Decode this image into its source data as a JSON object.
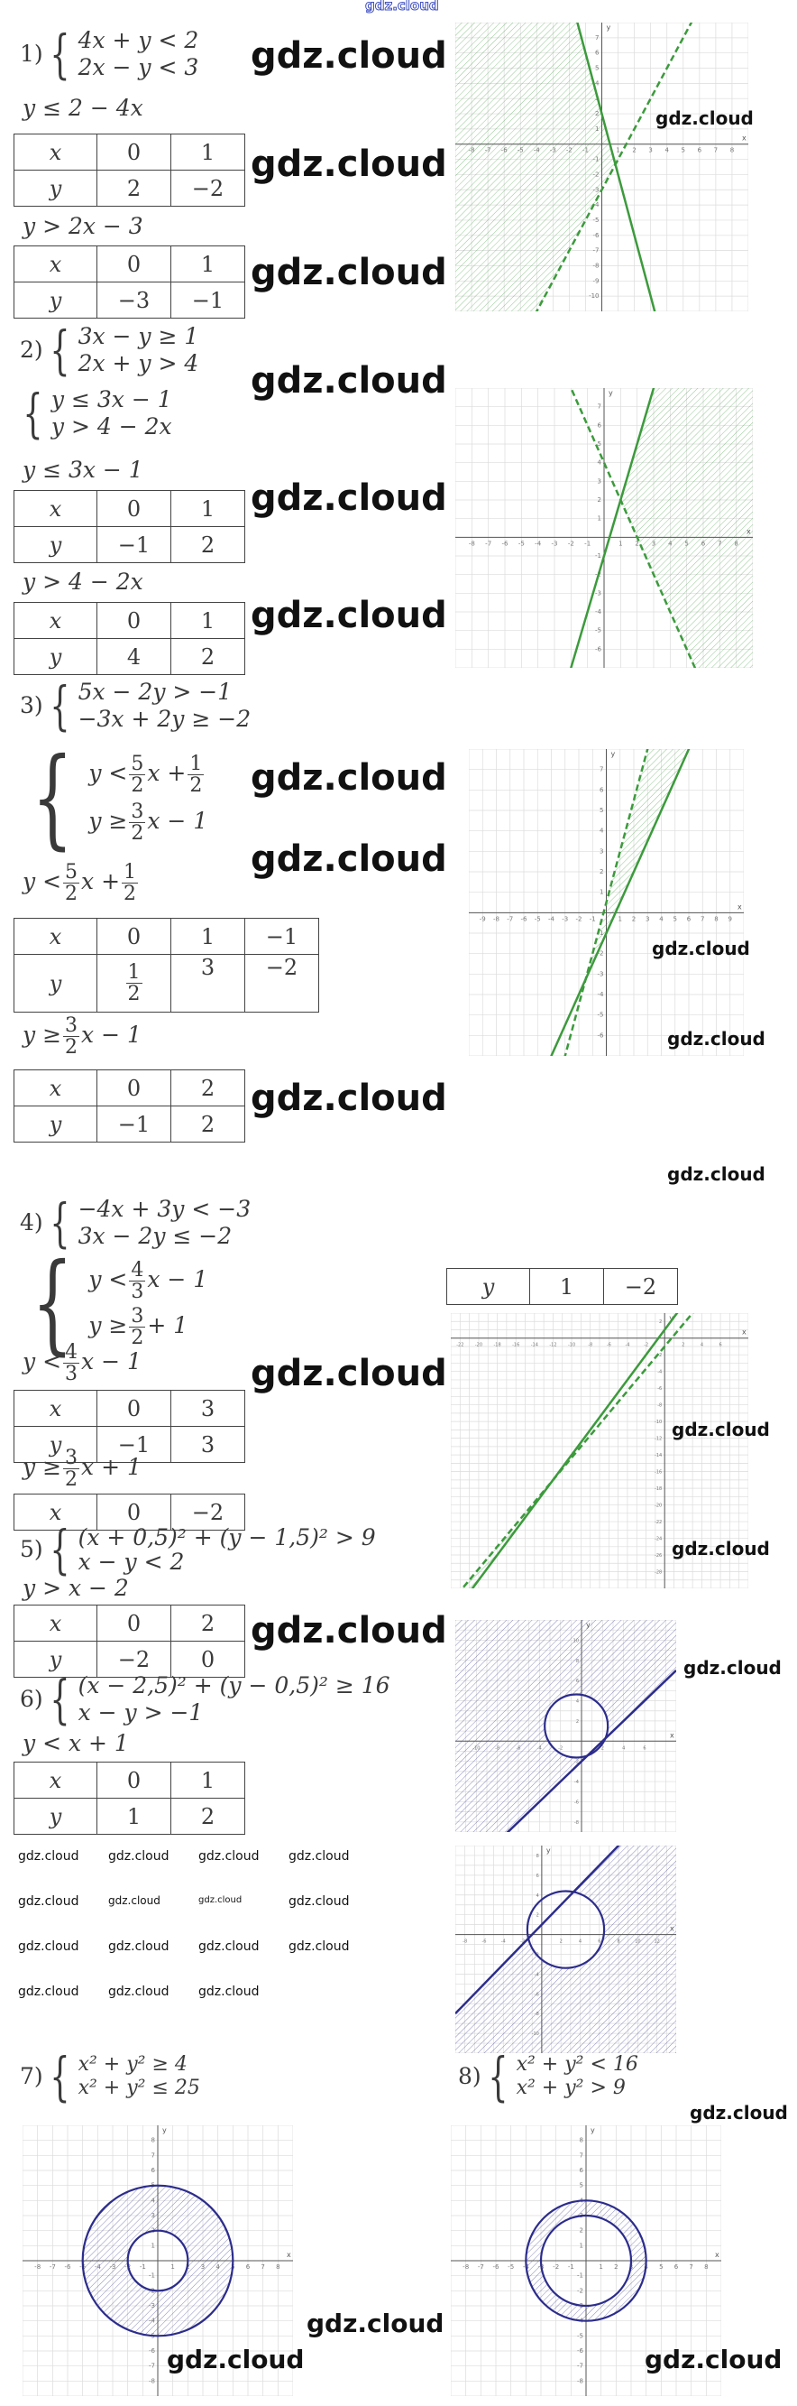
{
  "watermark": "gdz.cloud",
  "p1": {
    "label": "1)",
    "sys": [
      "4x + y < 2",
      "2x − y < 3"
    ],
    "i1": "y ≤ 2 − 4x",
    "t1": {
      "x": [
        "x",
        "0",
        "1"
      ],
      "y": [
        "y",
        "2",
        "−2"
      ]
    },
    "i2": "y > 2x − 3",
    "t2": {
      "x": [
        "x",
        "0",
        "1"
      ],
      "y": [
        "y",
        "−3",
        "−1"
      ]
    }
  },
  "p2": {
    "label": "2)",
    "sys": [
      "3x − y ≥ 1",
      "2x + y > 4"
    ],
    "sys2": [
      "y ≤ 3x − 1",
      "y > 4 − 2x"
    ],
    "i1": "y ≤ 3x − 1",
    "t1": {
      "x": [
        "x",
        "0",
        "1"
      ],
      "y": [
        "y",
        "−1",
        "2"
      ]
    },
    "i2": "y > 4 − 2x",
    "t2": {
      "x": [
        "x",
        "0",
        "1"
      ],
      "y": [
        "y",
        "4",
        "2"
      ]
    }
  },
  "p3": {
    "label": "3)",
    "sys": [
      "5x − 2y > −1",
      "−3x + 2y ≥ −2"
    ],
    "s1": {
      "a": "y <",
      "n1": "5",
      "d1": "2",
      "b": "x +",
      "n2": "1",
      "d2": "2"
    },
    "s2": {
      "a": "y ≥",
      "n1": "3",
      "d1": "2",
      "b": "x − 1"
    },
    "t1": {
      "x": [
        "x",
        "0",
        "1",
        "−1"
      ],
      "y": [
        "y",
        "1",
        "2",
        "3",
        "−2"
      ]
    },
    "t2": {
      "x": [
        "x",
        "0",
        "2"
      ],
      "y": [
        "y",
        "−1",
        "2"
      ]
    }
  },
  "p4": {
    "label": "4)",
    "sys": [
      "−4x + 3y < −3",
      "3x − 2y ≤ −2"
    ],
    "s1": {
      "a": "y <",
      "n1": "4",
      "d1": "3",
      "b": "x − 1"
    },
    "s2": {
      "a": "y ≥",
      "n1": "3",
      "d1": "2",
      "b": "+ 1"
    },
    "s3": {
      "a": "y ≥",
      "n1": "3",
      "d1": "2",
      "b": "x + 1"
    },
    "t1": {
      "x": [
        "x",
        "0",
        "3"
      ],
      "y": [
        "y",
        "−1",
        "3"
      ]
    },
    "t2": {
      "x": [
        "x",
        "0",
        "−2"
      ],
      "y": [
        "y",
        "1",
        "−2"
      ]
    }
  },
  "p5": {
    "label": "5)",
    "sys": [
      "(x + 0,5)² + (y − 1,5)² > 9",
      "x − y < 2"
    ],
    "i1": "y > x − 2",
    "t1": {
      "x": [
        "x",
        "0",
        "2"
      ],
      "y": [
        "y",
        "−2",
        "0"
      ]
    }
  },
  "p6": {
    "label": "6)",
    "sys": [
      "(x − 2,5)² + (y − 0,5)² ≥ 16",
      "x − y > −1"
    ],
    "i1": "y < x + 1",
    "t1": {
      "x": [
        "x",
        "0",
        "1"
      ],
      "y": [
        "y",
        "1",
        "2"
      ]
    }
  },
  "p7": {
    "label": "7)",
    "sys": [
      "x² + y² ≥ 4",
      "x² + y² ≤ 25"
    ]
  },
  "p8": {
    "label": "8)",
    "sys": [
      "x² + y² < 16",
      "x² + y² > 9"
    ]
  },
  "colors": {
    "green": "#3c9a3c",
    "navy": "#2c2c8c",
    "grid": "#dcdcdc"
  },
  "graphs": [
    {
      "x": [
        -9,
        9
      ],
      "y": [
        -11,
        8
      ],
      "color": "green",
      "lines": [
        {
          "m": -4,
          "b": 2,
          "dash": false,
          "side": "below"
        },
        {
          "m": 2,
          "b": -3,
          "dash": true,
          "side": "above"
        }
      ],
      "circles": []
    },
    {
      "x": [
        -9,
        9
      ],
      "y": [
        -7,
        8
      ],
      "color": "green",
      "lines": [
        {
          "m": 3,
          "b": -1,
          "dash": false,
          "side": "below"
        },
        {
          "m": -2,
          "b": 4,
          "dash": true,
          "side": "above"
        }
      ],
      "circles": []
    },
    {
      "x": [
        -10,
        10
      ],
      "y": [
        -7,
        8
      ],
      "color": "green",
      "lines": [
        {
          "m": 2.5,
          "b": 0.5,
          "dash": true,
          "side": "below"
        },
        {
          "m": 1.5,
          "b": -1,
          "dash": false,
          "side": "above"
        }
      ],
      "circles": []
    },
    {
      "x": [
        -23,
        9
      ],
      "y": [
        -30,
        3
      ],
      "color": "green",
      "lines": [
        {
          "m": 1.3333,
          "b": -1,
          "dash": true,
          "side": "below"
        },
        {
          "m": 1.5,
          "b": 1,
          "dash": false,
          "side": "above"
        }
      ],
      "circles": []
    },
    {
      "x": [
        -12,
        9
      ],
      "y": [
        -9,
        12
      ],
      "color": "navy",
      "lines": [
        {
          "m": 1,
          "b": -2,
          "dash": false,
          "side": "above"
        }
      ],
      "circles": [
        {
          "cx": -0.5,
          "cy": 1.5,
          "r": 3,
          "keep": "outside"
        }
      ]
    },
    {
      "x": [
        -9,
        14
      ],
      "y": [
        -12,
        9
      ],
      "color": "navy",
      "lines": [
        {
          "m": 1,
          "b": 1,
          "dash": false,
          "side": "below"
        }
      ],
      "circles": [
        {
          "cx": 2.5,
          "cy": 0.5,
          "r": 4,
          "keep": "outside"
        }
      ]
    },
    {
      "x": [
        -9,
        9
      ],
      "y": [
        -9,
        9
      ],
      "color": "navy",
      "lines": [],
      "circles": [
        {
          "cx": 0,
          "cy": 0,
          "r": 5,
          "keep": "inside"
        },
        {
          "cx": 0,
          "cy": 0,
          "r": 2,
          "keep": "outside"
        }
      ]
    },
    {
      "x": [
        -9,
        9
      ],
      "y": [
        -9,
        9
      ],
      "color": "navy",
      "lines": [],
      "circles": [
        {
          "cx": 0,
          "cy": 0,
          "r": 4,
          "keep": "inside"
        },
        {
          "cx": 0,
          "cy": 0,
          "r": 3,
          "keep": "outside"
        }
      ]
    }
  ]
}
